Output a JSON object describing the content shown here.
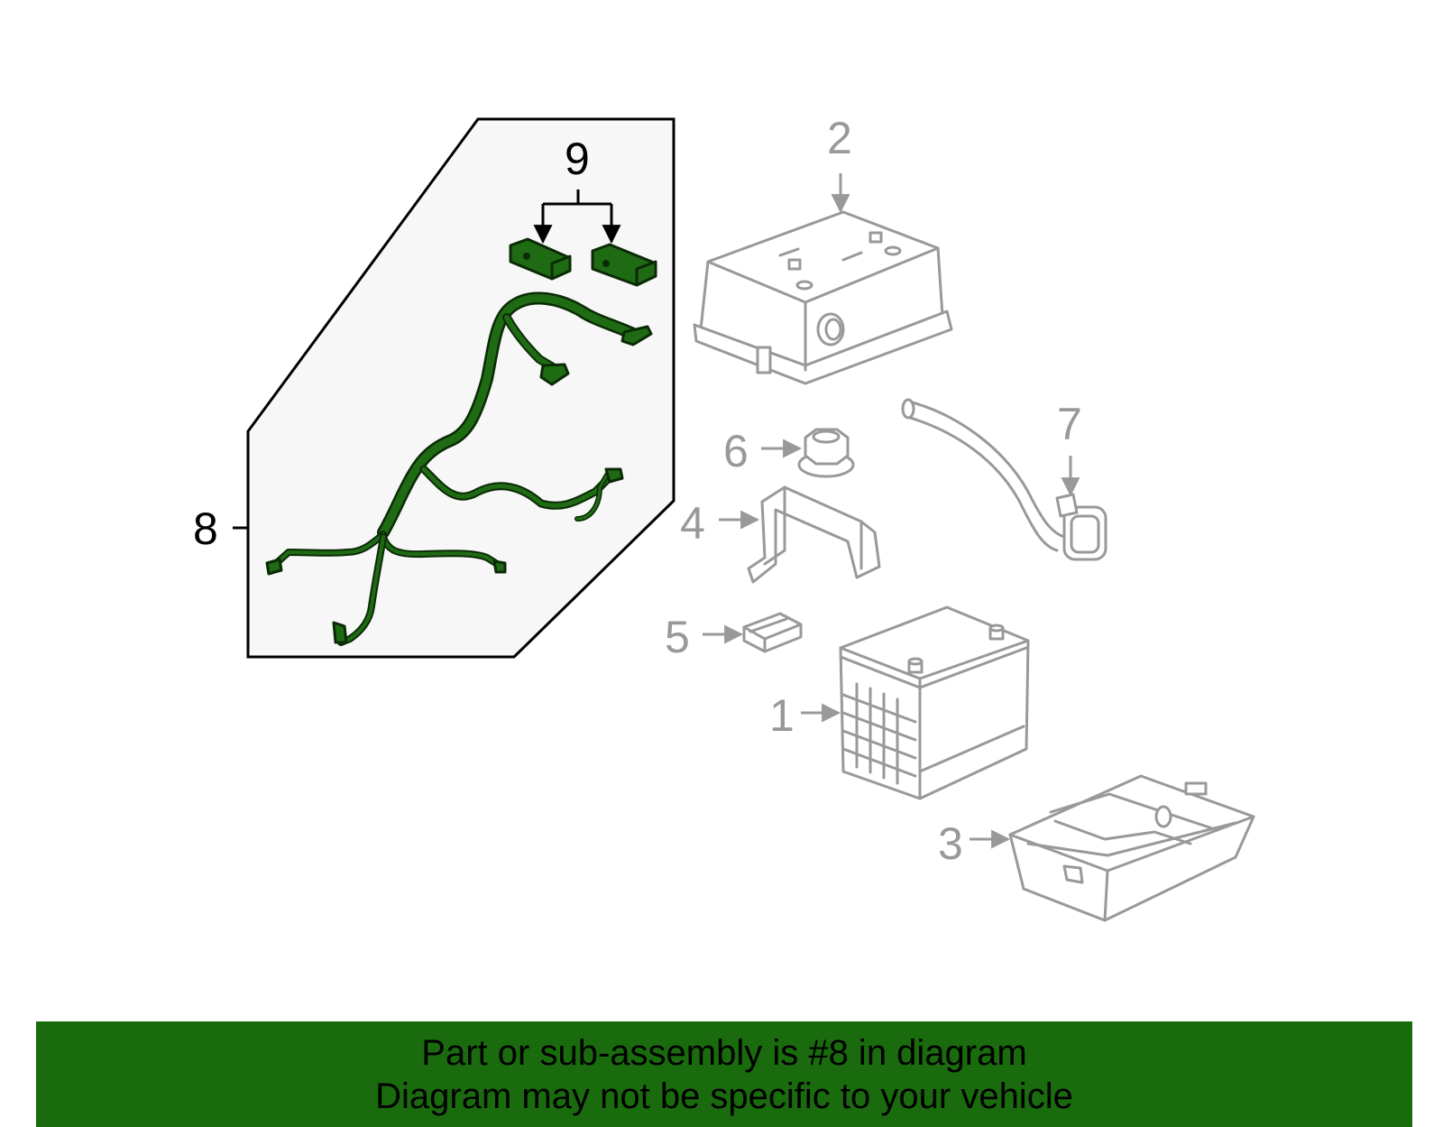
{
  "callouts": {
    "c1": "1",
    "c2": "2",
    "c3": "3",
    "c4": "4",
    "c5": "5",
    "c6": "6",
    "c7": "7",
    "c8": "8",
    "c9": "9"
  },
  "colors": {
    "highlight_part": "#1f6b14",
    "banner_bg": "#1a6b0e",
    "other_parts": "#999999"
  },
  "banner": {
    "line1": "Part or sub-assembly is #8 in diagram",
    "line2": "Diagram may not be specific to your vehicle"
  }
}
